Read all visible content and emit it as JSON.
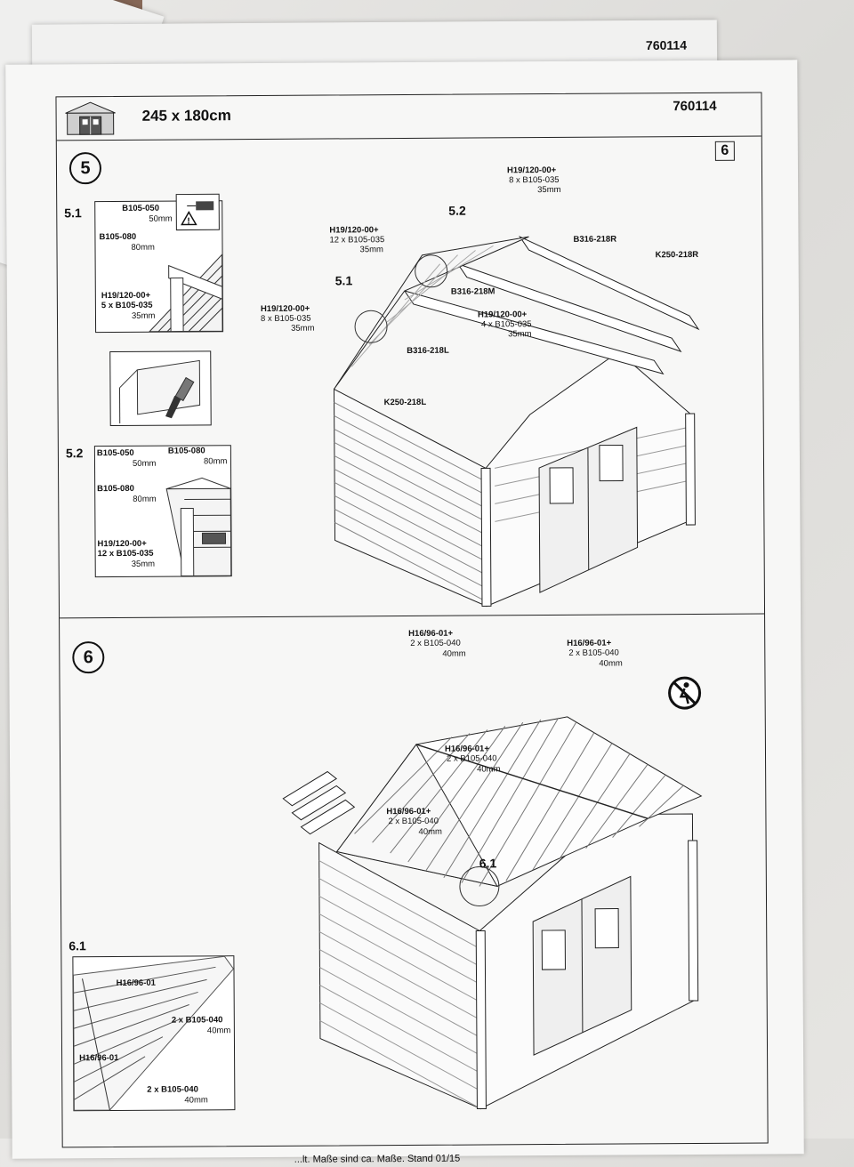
{
  "header": {
    "title": "245 x 180cm",
    "code": "760114",
    "page": "6"
  },
  "back_sheet": {
    "code": "760114"
  },
  "step5": {
    "number": "5",
    "sub1": "5.1",
    "sub2": "5.2",
    "main_labels": {
      "a1": "H19/120-00+",
      "a2": "8 x B105-035",
      "a3": "35mm",
      "b1": "H19/120-00+",
      "b2": "12 x B105-035",
      "b3": "35mm",
      "c1": "H19/120-00+",
      "c2": "8 x B105-035",
      "c3": "35mm",
      "d1": "H19/120-00+",
      "d2": "4 x B105-035",
      "d3": "35mm",
      "callout_52": "5.2",
      "callout_51": "5.1",
      "b316r": "B316-218R",
      "k250r": "K250-218R",
      "b316m": "B316-218M",
      "b316l": "B316-218L",
      "k250l": "K250-218L"
    },
    "detail51": {
      "l1": "B105-050",
      "l1s": "50mm",
      "l2": "B105-080",
      "l2s": "80mm",
      "l3": "H19/120-00+",
      "l4": "5 x B105-035",
      "l4s": "35mm"
    },
    "detail52": {
      "l1": "B105-050",
      "l1s": "50mm",
      "l2": "B105-080",
      "l2s": "80mm",
      "l3": "B105-080",
      "l3s": "80mm",
      "l4": "H19/120-00+",
      "l5": "12 x B105-035",
      "l5s": "35mm"
    }
  },
  "step6": {
    "number": "6",
    "sub1": "6.1",
    "main_labels": {
      "a1": "H16/96-01+",
      "a2": "2 x B105-040",
      "a3": "40mm",
      "b1": "H16/96-01+",
      "b2": "2 x B105-040",
      "b3": "40mm",
      "c1": "H16/96-01+",
      "c2": "2 x B105-040",
      "c3": "40mm",
      "d1": "H16/96-01+",
      "d2": "2 x B105-040",
      "d3": "40mm",
      "callout_61": "6.1"
    },
    "detail61": {
      "l1": "H16/96-01",
      "l2": "2 x B105-040",
      "l2s": "40mm",
      "l3": "H16/96-01",
      "l4": "2 x B105-040",
      "l4s": "40mm"
    }
  },
  "footer": {
    "text": "...lt. Maße sind ca. Maße. Stand 01/15"
  }
}
